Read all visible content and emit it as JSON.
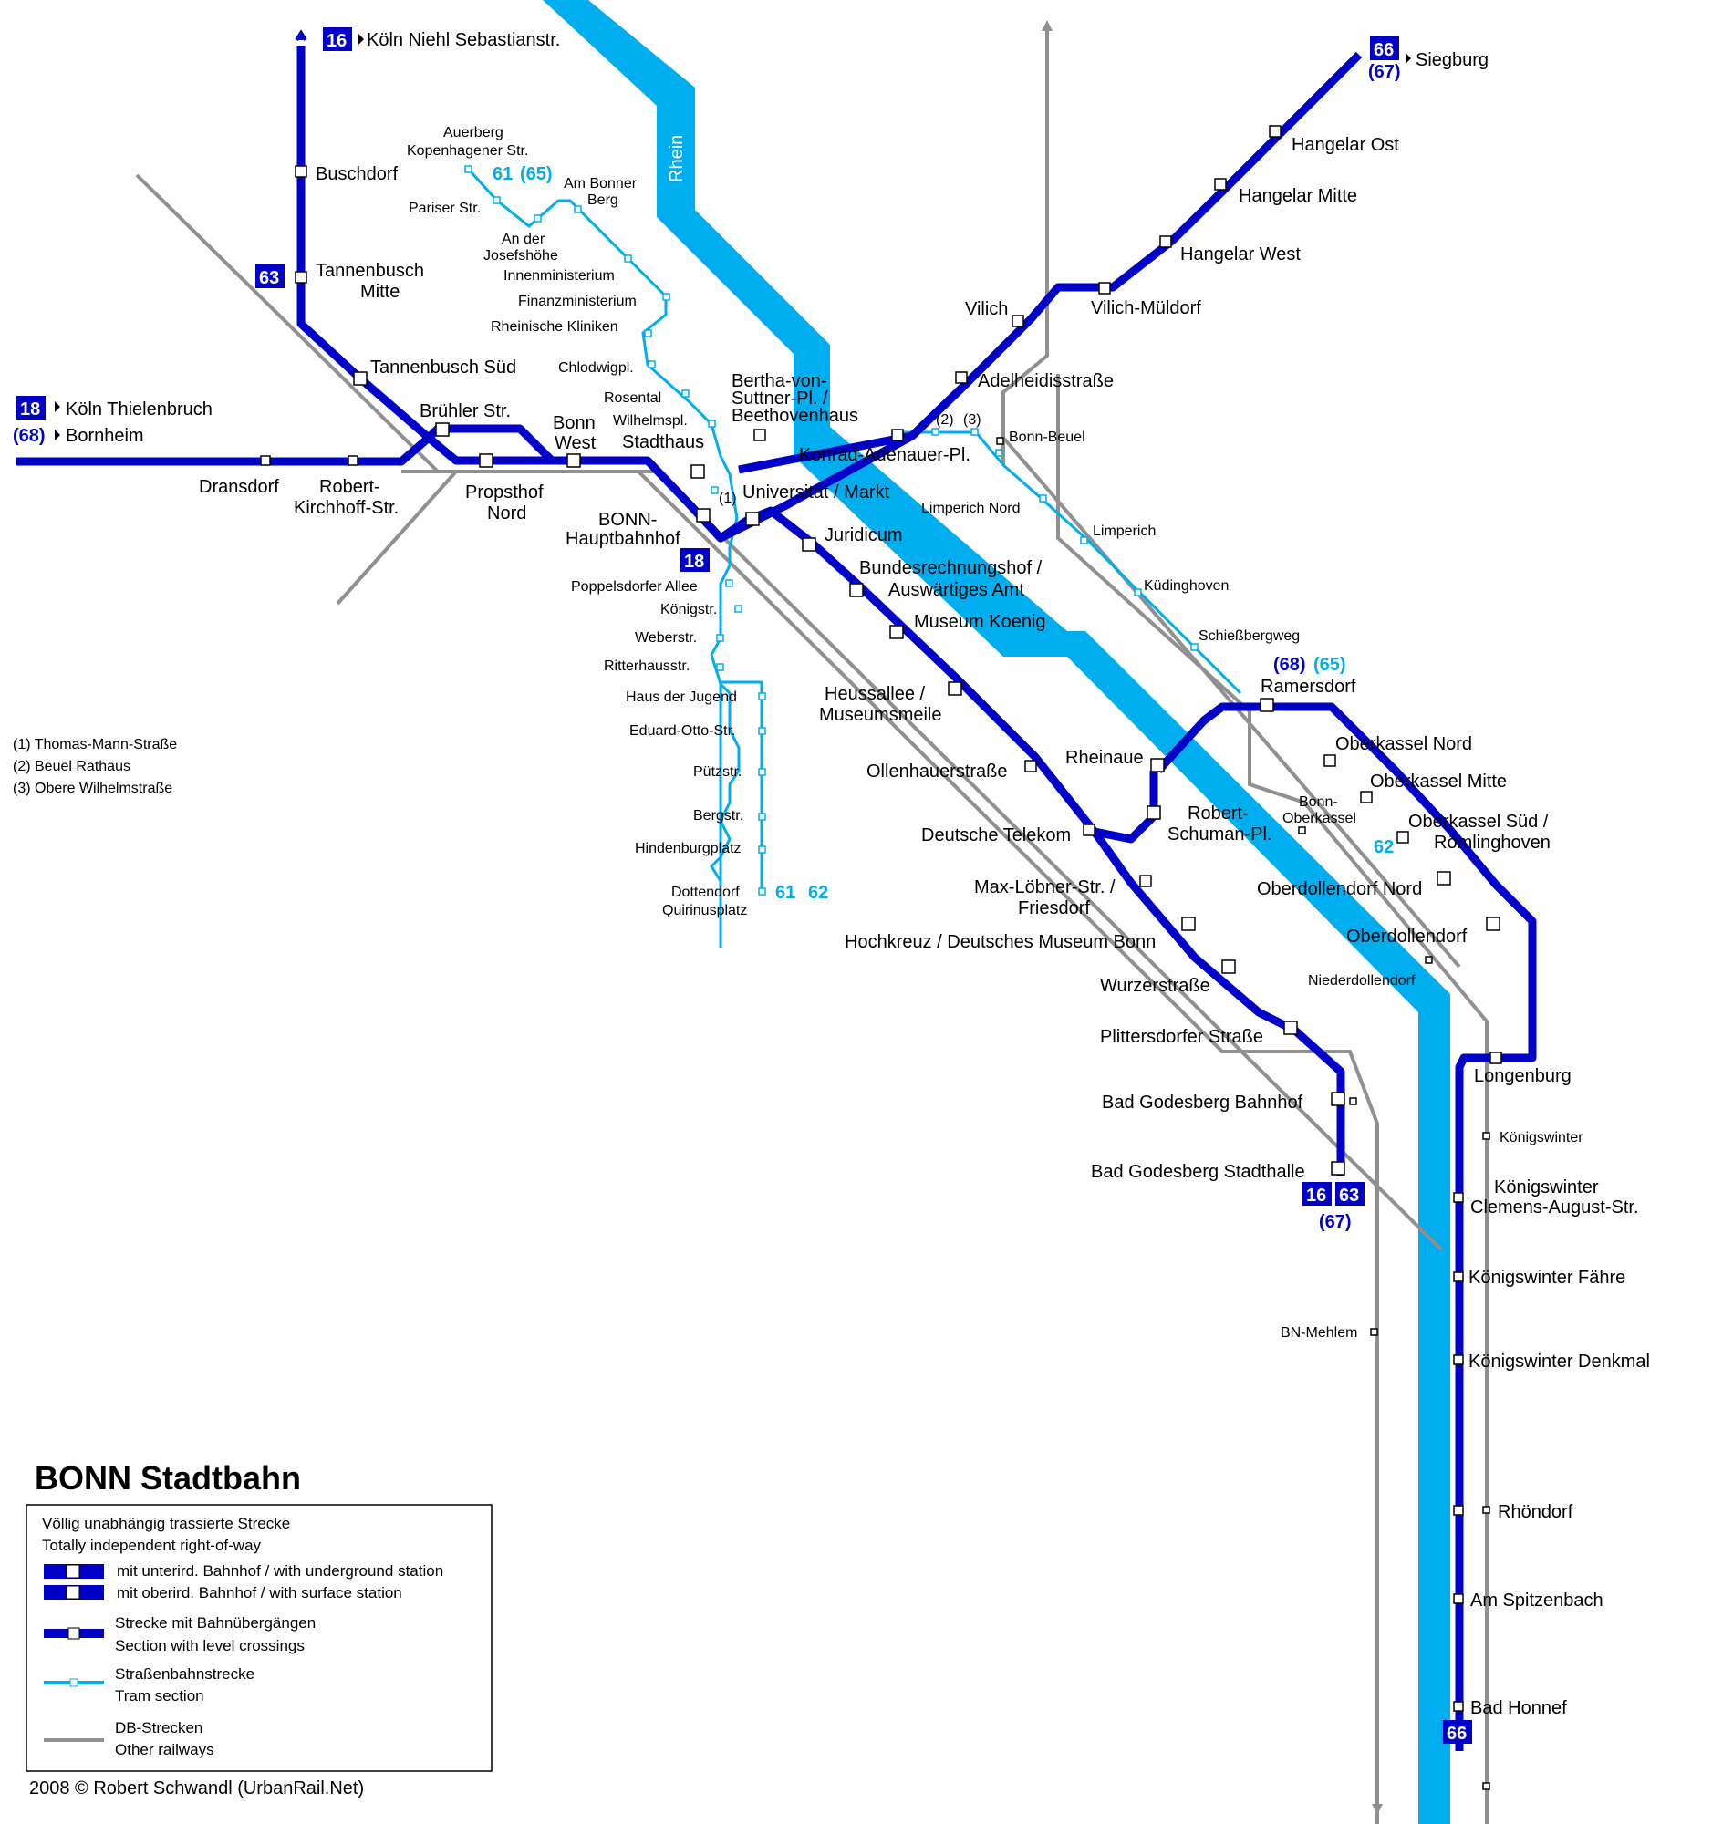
{
  "title": "BONN Stadtbahn",
  "copyright": "2008 © Robert Schwandl (UrbanRail.Net)",
  "river": "Rhein",
  "colors": {
    "stadtbahn": "#0000c8",
    "tram": "#00aeef",
    "rail": "#909090",
    "river": "#00aeef"
  },
  "line_badges": {
    "l16": "16",
    "l63": "63",
    "l18": "18",
    "l66": "66",
    "l16b": "16",
    "l63b": "63",
    "l66b": "66",
    "l18b": "18",
    "p68": "(68)",
    "p67": "(67)",
    "p67b": "(67)",
    "t61": "61",
    "t65": "(65)",
    "t61b": "61",
    "t62": "62",
    "t62b": "62",
    "p68b": "(68)",
    "t65b": "(65)"
  },
  "termini": {
    "koeln_niehl": "Köln Niehl Sebastianstr.",
    "koeln_thielenbruch": "Köln Thielenbruch",
    "bornheim": "Bornheim",
    "siegburg": "Siegburg"
  },
  "stations": {
    "buschdorf": "Buschdorf",
    "tannenbusch_mitte_1": "Tannenbusch",
    "tannenbusch_mitte_2": "Mitte",
    "tannenbusch_sued": "Tannenbusch Süd",
    "bruehler": "Brühler Str.",
    "bonn_west_1": "Bonn",
    "bonn_west_2": "West",
    "dransdorf": "Dransdorf",
    "robert_k_1": "Robert-",
    "robert_k_2": "Kirchhoff-Str.",
    "propsthof_1": "Propsthof",
    "propsthof_2": "Nord",
    "stadthaus": "Stadthaus",
    "hbf_1": "BONN-",
    "hbf_2": "Hauptbahnhof",
    "universitaet": "Universität / Markt",
    "juridicum": "Juridicum",
    "bundesrechnungshof_1": "Bundesrechnungshof /",
    "bundesrechnungshof_2": "Auswärtiges Amt",
    "museum_koenig": "Museum Koenig",
    "heussallee_1": "Heussallee /",
    "heussallee_2": "Museumsmeile",
    "ollenhauer": "Ollenhauerstraße",
    "rheinaue": "Rheinaue",
    "schuman_1": "Robert-",
    "schuman_2": "Schuman-Pl.",
    "telekom": "Deutsche Telekom",
    "loebner_1": "Max-Löbner-Str. /",
    "loebner_2": "Friesdorf",
    "hochkreuz": "Hochkreuz / Deutsches Museum Bonn",
    "wurzer": "Wurzerstraße",
    "plittersdorfer": "Plittersdorfer Straße",
    "godesberg_bf": "Bad Godesberg Bahnhof",
    "godesberg_sh": "Bad Godesberg Stadthalle",
    "bertha_1": "Bertha-von-",
    "bertha_2": "Suttner-Pl. /",
    "bertha_3": "Beethovenhaus",
    "konrad": "Konrad-Adenauer-Pl.",
    "adelheid": "Adelheidisstraße",
    "vilich": "Vilich",
    "vilich_mueldorf": "Vilich-Müldorf",
    "hangelar_west": "Hangelar West",
    "hangelar_mitte": "Hangelar Mitte",
    "hangelar_ost": "Hangelar Ost",
    "ramersdorf": "Ramersdorf",
    "oberkassel_nord": "Oberkassel Nord",
    "oberkassel_mitte": "Oberkassel Mitte",
    "oberkassel_sued_1": "Oberkassel Süd /",
    "oberkassel_sued_2": "Römlinghoven",
    "oberdollendorf_nord": "Oberdollendorf Nord",
    "oberdollendorf": "Oberdollendorf",
    "longenburg": "Longenburg",
    "kw_clemens_1": "Königswinter",
    "kw_clemens_2": "Clemens-August-Str.",
    "kw_faehre": "Königswinter Fähre",
    "kw_denkmal": "Königswinter Denkmal",
    "rhoendorf": "Rhöndorf",
    "spitzenbach": "Am Spitzenbach",
    "bad_honnef": "Bad Honnef",
    "auerberg_1": "Auerberg",
    "auerberg_2": "Kopenhagener Str.",
    "pariser": "Pariser Str.",
    "am_bonner_1": "Am Bonner",
    "am_bonner_2": "Berg",
    "josefshoehe_1": "An der",
    "josefshoehe_2": "Josefshöhe",
    "innenmin": "Innenministerium",
    "finanzmin": "Finanzministerium",
    "rheinische": "Rheinische Kliniken",
    "chlodwig": "Chlodwigpl.",
    "rosental": "Rosental",
    "wilhelmspl": "Wilhelmspl.",
    "poppelsdorfer": "Poppelsdorfer Allee",
    "koenigstr": "Königstr.",
    "weberstr": "Weberstr.",
    "ritterhaus": "Ritterhausstr.",
    "haus_jugend": "Haus der Jugend",
    "eduard": "Eduard-Otto-Str.",
    "puetzstr": "Pützstr.",
    "bergstr": "Bergstr.",
    "hindenburg": "Hindenburgplatz",
    "dottendorf_1": "Dottendorf",
    "dottendorf_2": "Quirinusplatz",
    "bonn_beuel": "Bonn-Beuel",
    "limperich_nord": "Limperich Nord",
    "limperich": "Limperich",
    "kuedinghoven": "Küdinghoven",
    "schiessberg": "Schießbergweg",
    "bonn_oberkassel_1": "Bonn-",
    "bonn_oberkassel_2": "Oberkassel",
    "niederdollendorf": "Niederdollendorf",
    "kw_db": "Königswinter",
    "mehlem": "BN-Mehlem",
    "n1": "(1)",
    "n2": "(2)",
    "n3": "(3)"
  },
  "footnotes": [
    "(1)  Thomas-Mann-Straße",
    "(2)  Beuel Rathaus",
    "(3)  Obere Wilhelmstraße"
  ],
  "legend": {
    "l1": "Völlig unabhängig trassierte Strecke",
    "l2": "Totally independent right-of-way",
    "l3": "mit unterird. Bahnhof / with underground station",
    "l4": "mit oberird. Bahnhof / with surface station",
    "l5": "Strecke mit Bahnübergängen",
    "l6": "Section with level crossings",
    "l7": "Straßenbahnstrecke",
    "l8": "Tram section",
    "l9": "DB-Strecken",
    "l10": "Other railways"
  }
}
